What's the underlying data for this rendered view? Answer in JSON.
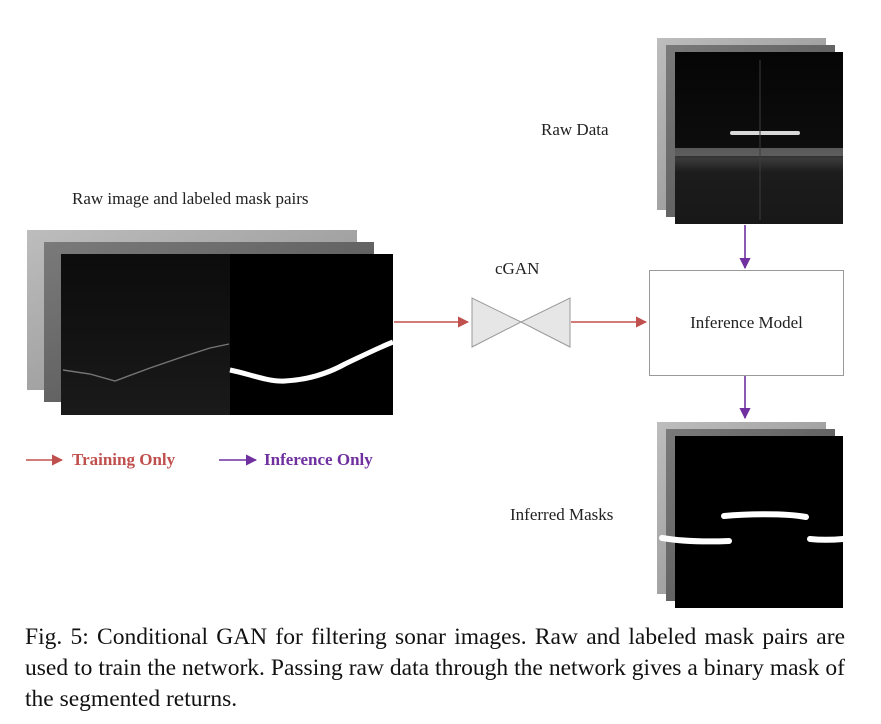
{
  "labels": {
    "pairs": "Raw image and labeled mask pairs",
    "cgan": "cGAN",
    "raw_data": "Raw Data",
    "inferred": "Inferred Masks",
    "inference_model": "Inference Model"
  },
  "legend": {
    "training": "Training Only",
    "inference": "Inference Only",
    "training_color": "#c0504d",
    "inference_color": "#7030a0"
  },
  "caption": "Fig. 5: Conditional GAN for filtering sonar images. Raw and labeled mask pairs are used to train the network. Passing raw data through the network gives a binary mask of the segmented returns."
}
